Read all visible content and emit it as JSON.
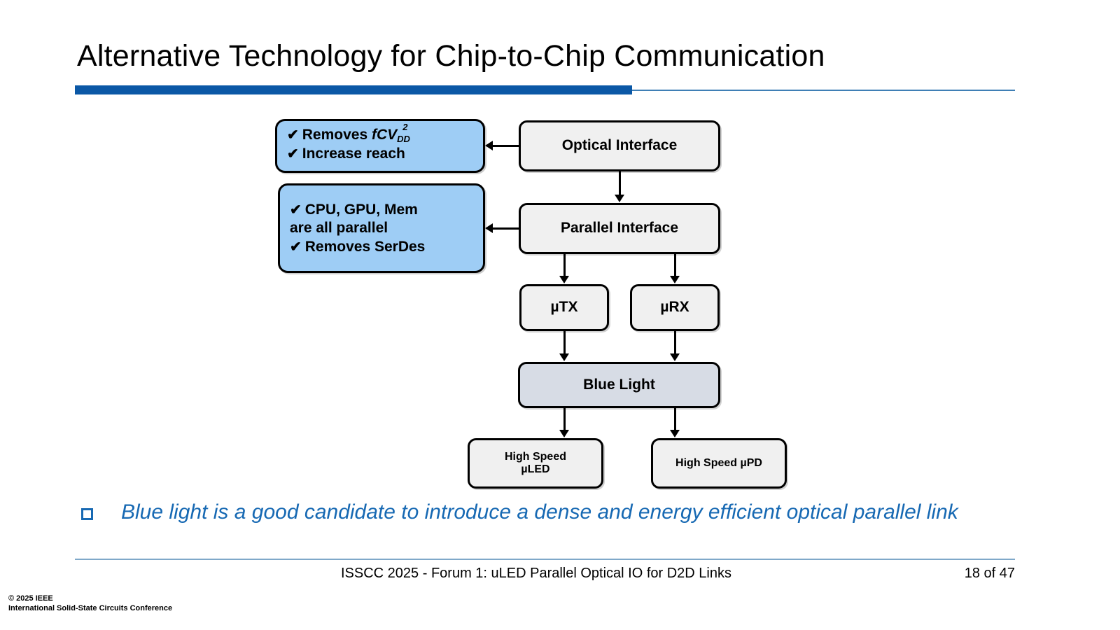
{
  "slide": {
    "title": "Alternative Technology for Chip-to-Chip Communication",
    "accent_color": "#0b58a6",
    "rule_color": "#3f7fb5"
  },
  "callouts": [
    {
      "id": "callout-optical",
      "fill": "#9ecdf5",
      "lines": [
        {
          "check": "✔",
          "text_before": "Removes ",
          "formula_base": "fCV",
          "formula_sup": "2",
          "formula_sub": "DD"
        },
        {
          "check": "✔",
          "text": "Increase reach"
        }
      ]
    },
    {
      "id": "callout-parallel",
      "fill": "#9ecdf5",
      "lines": [
        {
          "check": "✔",
          "text": "CPU, GPU, Mem"
        },
        {
          "check": "",
          "text": "are all parallel"
        },
        {
          "check": "✔",
          "text": "Removes SerDes"
        }
      ]
    }
  ],
  "flow": {
    "nodes": [
      {
        "id": "optical-interface",
        "label": "Optical Interface",
        "fill": "#f0f0f0"
      },
      {
        "id": "parallel-interface",
        "label": "Parallel Interface",
        "fill": "#f0f0f0"
      },
      {
        "id": "utx",
        "label": "µTX",
        "fill": "#f0f0f0"
      },
      {
        "id": "urx",
        "label": "µRX",
        "fill": "#f0f0f0"
      },
      {
        "id": "blue-light",
        "label": "Blue Light",
        "fill": "#d7dce5"
      },
      {
        "id": "high-speed-uled",
        "label_line1": "High Speed",
        "label_line2": "µLED",
        "fill": "#f0f0f0"
      },
      {
        "id": "high-speed-upd",
        "label": "High Speed µPD",
        "fill": "#f0f0f0"
      }
    ]
  },
  "bullet": {
    "marker": "square-outline",
    "color": "#1769b3",
    "text": "Blue light is a good candidate to introduce a dense and energy efficient optical parallel link"
  },
  "footer": {
    "center": "ISSCC 2025 - Forum 1: uLED Parallel Optical IO for D2D Links",
    "page": "18 of 47",
    "copyright_line1": "© 2025 IEEE",
    "copyright_line2": "International Solid-State Circuits Conference"
  }
}
